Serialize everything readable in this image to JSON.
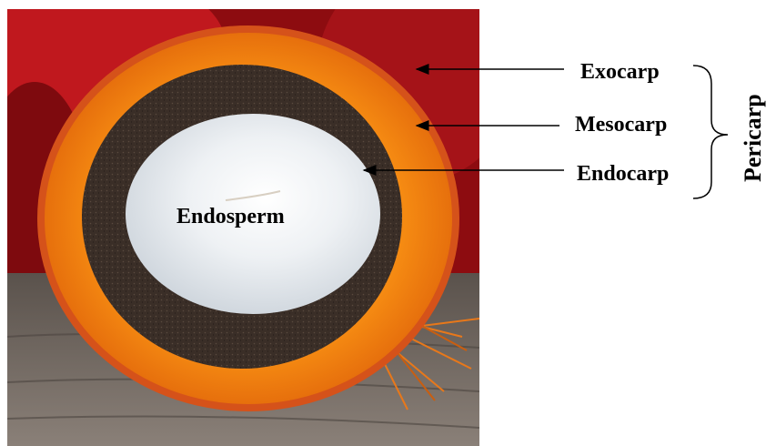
{
  "labels": {
    "exocarp": "Exocarp",
    "mesocarp": "Mesocarp",
    "endocarp": "Endocarp",
    "endosperm": "Endosperm",
    "pericarp": "Pericarp"
  },
  "colors": {
    "exocarp_red": "#b3141a",
    "mesocarp_orange": "#f07a0e",
    "endocarp_dark": "#3b2f28",
    "endosperm_white": "#e4e8ec",
    "wood": "#6b625b"
  }
}
